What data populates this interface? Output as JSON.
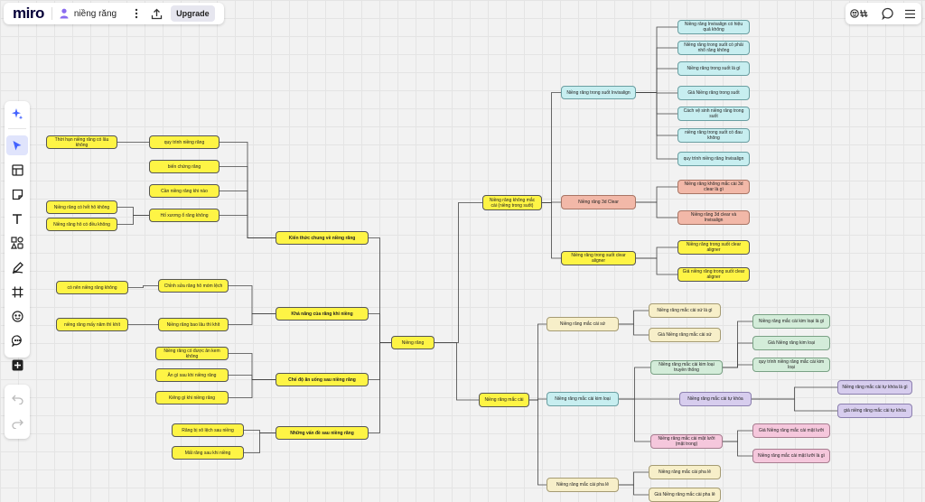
{
  "app": {
    "logo": "miro",
    "board_name": "niềng răng",
    "upgrade_label": "Upgrade",
    "icons": [
      "board-icon",
      "more-icon",
      "share-icon",
      "reactions-icon",
      "comments-icon",
      "menu-icon"
    ]
  },
  "toolbar": {
    "tools": [
      {
        "name": "ai-sparkle-icon"
      },
      {
        "name": "select-cursor-icon",
        "active": true
      },
      {
        "name": "templates-icon"
      },
      {
        "name": "sticky-note-icon"
      },
      {
        "name": "text-icon"
      },
      {
        "name": "shapes-icon"
      },
      {
        "name": "pen-icon"
      },
      {
        "name": "frame-icon"
      },
      {
        "name": "emoji-icon"
      },
      {
        "name": "comment-icon"
      },
      {
        "name": "add-icon"
      }
    ],
    "history": [
      {
        "name": "undo-icon"
      },
      {
        "name": "redo-icon"
      }
    ]
  },
  "mindmap": {
    "root": "Niềng răng",
    "left": {
      "kien_thuc": {
        "label": "Kiến thức chung về niềng răng",
        "children": {
          "quy_trinh": "quy trình niềng răng",
          "bien_chung": "biến chứng răng",
          "can_thiet": "Cần niềng răng khi nào",
          "ho_xuong": "Hố xương ổ răng không"
        },
        "quy_trinh_child": "Thời hạn niềng răng có lâu không",
        "ho_xuong_children": [
          "Niềng răng có hết hô không",
          "Niềng răng hô có đều không"
        ]
      },
      "kha_nang": {
        "label": "Khả năng của răng khi niềng",
        "children": {
          "chinh_sua": "Chỉnh sửa răng hô móm lệch",
          "lau_ben": "Niềng răng bao lâu thì khít"
        },
        "chinh_sua_child": "có nên niềng răng không",
        "lau_ben_child": "niềng răng mấy năm thì khít"
      },
      "che_do": {
        "label": "Chế độ ăn uống sau niềng răng",
        "children": [
          "Niềng răng có được ăn kem không",
          "Ăn gì sau khi niềng răng",
          "Kiêng gì khi niềng răng"
        ]
      },
      "nhung_van_de": {
        "label": "Những vấn đề sau niềng răng",
        "children": [
          "Răng bị xô lệch sau niềng",
          "Mất răng sau khi niềng"
        ]
      }
    },
    "right": {
      "khong_mac_cai": {
        "label": "Niềng răng không mắc cài (niềng trong suốt)",
        "invisalign": {
          "label": "Niềng răng trong suốt Invisalign",
          "children": [
            "Niềng răng Invisalign có hiệu quả không",
            "Niềng răng trong suốt có phải nhổ răng không",
            "Niềng răng trong suốt là gì",
            "Giá Niềng răng trong suốt",
            "Cách vệ sinh niềng răng trong suốt",
            "niềng răng trong suốt có đau không",
            "quy trình niềng răng Invisalign"
          ]
        },
        "three_d": {
          "label": "Niềng răng 3d Clear",
          "children": [
            "Niềng răng không mắc cài 3d clear là gì",
            "Niềng răng 3d clear và Invisalign"
          ]
        },
        "clear_aligner": {
          "label": "Niềng răng trong suốt clear aligner",
          "children": [
            "Niềng răng trong suốt clear aligner",
            "Giá niềng răng trong suốt clear aligner"
          ]
        }
      },
      "mac_cai": {
        "label": "Niềng răng mắc cài",
        "su": {
          "label": "Niềng răng mắc cài sứ",
          "children": [
            "Niềng răng mắc cài sứ là gì",
            "Giá Niềng răng mắc cài sứ"
          ]
        },
        "kim_loai": {
          "label": "Niềng răng mắc cài kim loại",
          "truyen_thong": {
            "label": "Niềng răng mắc cài kim loại truyền thống",
            "children": [
              "Niềng răng mắc cài kim loại là gì",
              "Giá Niềng răng kim loại",
              "quy trình niềng răng mắc cài kim loại"
            ]
          },
          "tu_khoa": {
            "label": "Niềng răng mắc cài tự khóa",
            "children": [
              "Niềng răng mắc cài tự khóa là gì",
              "giá niềng răng mắc cài tự khóa"
            ]
          },
          "mat_luoi": {
            "label": "Niềng răng mắc cài mặt lưỡi (mặt trong)",
            "children": [
              "Giá Niềng răng mắc cài mặt lưỡi",
              "Niềng răng mắc cài mặt lưỡi là gì"
            ]
          }
        },
        "pha_le": {
          "label": "Niềng răng mắc cài pha lê",
          "children": [
            "Niềng răng mắc cài pha lê",
            "Giá Niềng răng mắc cài pha lê"
          ]
        }
      }
    }
  },
  "colors": {
    "root": "#fef445",
    "left_branch": "#fef445",
    "invisalign": "#c7eef0",
    "clear3d": "#f2b8a8",
    "porcelain": "#f7efc9",
    "traditional": "#d3ecd9",
    "lingual": "#f5c7dc",
    "selfligating": "#d7cdee",
    "line": "#444444"
  }
}
